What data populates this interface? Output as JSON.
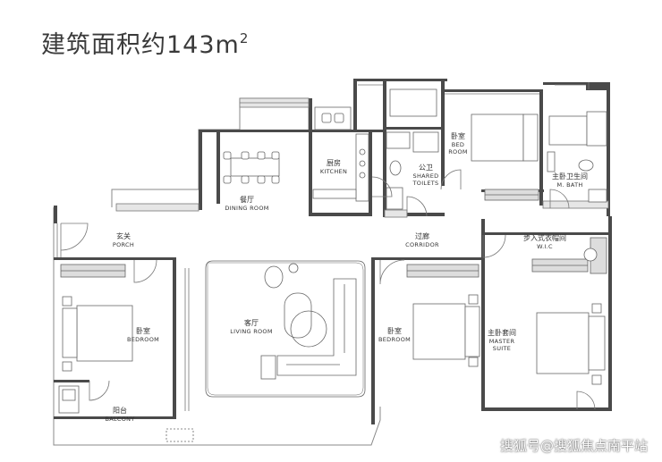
{
  "title": {
    "prefix": "建筑面积约143m",
    "superscript": "2"
  },
  "rooms": {
    "dining": {
      "zh": "餐厅",
      "en": "DINING ROOM"
    },
    "kitchen": {
      "zh": "厨房",
      "en": "KITCHEN"
    },
    "shared_toilets": {
      "zh": "公卫",
      "en1": "SHARED",
      "en2": "TOILETS"
    },
    "bedroom_top": {
      "zh": "卧室",
      "en1": "BED",
      "en2": "ROOM"
    },
    "master_bath": {
      "zh": "主卧卫生间",
      "en": "M. BATH"
    },
    "porch": {
      "zh": "玄关",
      "en": "PORCH"
    },
    "corridor": {
      "zh": "过廊",
      "en": "CORRIDOR"
    },
    "wic": {
      "zh": "步入式衣帽间",
      "en": "W.I.C"
    },
    "bedroom_left": {
      "zh": "卧室",
      "en": "BEDROOM"
    },
    "living": {
      "zh": "客厅",
      "en": "LIVING ROOM"
    },
    "bedroom_mid": {
      "zh": "卧室",
      "en": "BEDROOM"
    },
    "master_suite": {
      "zh": "主卧套间",
      "en1": "MASTER",
      "en2": "SUITE"
    },
    "balcony": {
      "zh": "阳台",
      "en": "BALCONY"
    }
  },
  "watermark": "搜狐号@搜狐焦点南平站",
  "colors": {
    "wall": "#4a4a4a",
    "fill": "#e6e6e6",
    "line": "#888888",
    "background": "#ffffff"
  }
}
